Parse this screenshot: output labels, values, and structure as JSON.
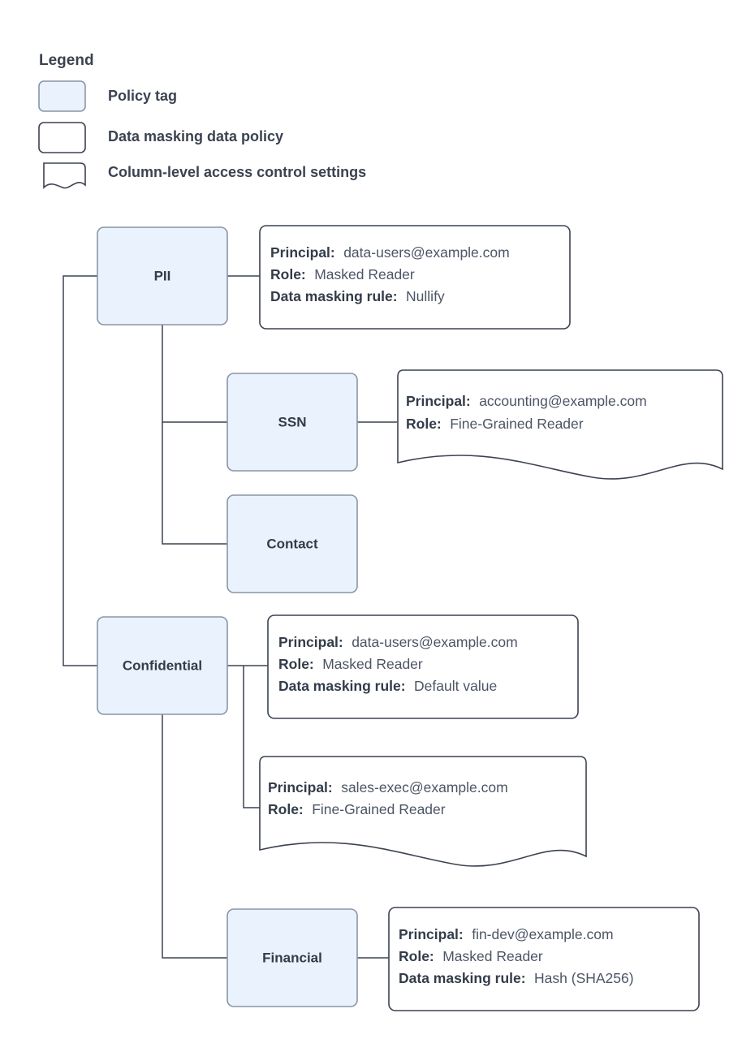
{
  "legend": {
    "title": "Legend",
    "items": [
      {
        "label": "Policy tag",
        "shape": "policy-tag-swatch"
      },
      {
        "label": "Data masking data policy",
        "shape": "data-masking-policy-swatch"
      },
      {
        "label": "Column-level access control settings",
        "shape": "column-access-settings-swatch"
      }
    ]
  },
  "labels": {
    "principal": "Principal:",
    "role": "Role:",
    "masking_rule": "Data masking rule:"
  },
  "nodes": [
    {
      "id": "pii",
      "label": "PII"
    },
    {
      "id": "ssn",
      "label": "SSN"
    },
    {
      "id": "contact",
      "label": "Contact"
    },
    {
      "id": "confidential",
      "label": "Confidential"
    },
    {
      "id": "financial",
      "label": "Financial"
    }
  ],
  "detail_boxes": [
    {
      "id": "pii-policy",
      "attached_to": "PII",
      "style": "data-masking-policy",
      "principal": "data-users@example.com",
      "role": "Masked Reader",
      "masking_rule": "Nullify"
    },
    {
      "id": "ssn-access",
      "attached_to": "SSN",
      "style": "column-access-settings",
      "principal": "accounting@example.com",
      "role": "Fine-Grained Reader",
      "masking_rule": null
    },
    {
      "id": "confidential-policy",
      "attached_to": "Confidential",
      "style": "data-masking-policy",
      "principal": "data-users@example.com",
      "role": "Masked Reader",
      "masking_rule": "Default value"
    },
    {
      "id": "confidential-access",
      "attached_to": "Confidential",
      "style": "column-access-settings",
      "principal": "sales-exec@example.com",
      "role": "Fine-Grained Reader",
      "masking_rule": null
    },
    {
      "id": "financial-policy",
      "attached_to": "Financial",
      "style": "data-masking-policy",
      "principal": "fin-dev@example.com",
      "role": "Masked Reader",
      "masking_rule": "Hash (SHA256)"
    }
  ],
  "colors": {
    "policy_tag_fill": "#e9f2fd",
    "policy_tag_stroke": "#8a95a5",
    "box_stroke": "#3c4350",
    "text_dark": "#333c4a",
    "text_value": "#4c5565",
    "background": "#ffffff"
  }
}
